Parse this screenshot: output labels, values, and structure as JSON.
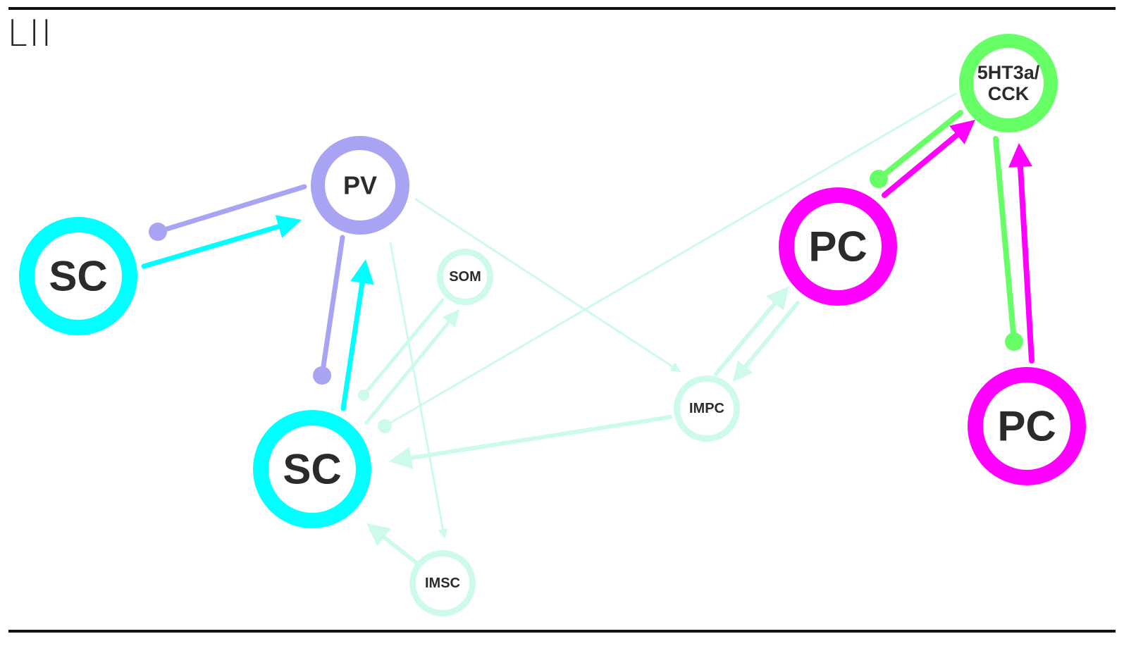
{
  "layer_label": "LII",
  "colors": {
    "sc": "#00ffff",
    "pv": "#a9a3f3",
    "pc": "#ff00ff",
    "cck": "#66ff66",
    "faint": "#cdfaec",
    "text": "#2b2b2b",
    "rule": "#111111"
  },
  "nodes": [
    {
      "id": "sc-left",
      "label": "SC",
      "color": "sc"
    },
    {
      "id": "pv",
      "label": "PV",
      "color": "pv"
    },
    {
      "id": "sc-center",
      "label": "SC",
      "color": "sc"
    },
    {
      "id": "som",
      "label": "SOM",
      "color": "faint"
    },
    {
      "id": "imsc",
      "label": "IMSC",
      "color": "faint"
    },
    {
      "id": "impc",
      "label": "IMPC",
      "color": "faint"
    },
    {
      "id": "pc-upper",
      "label": "PC",
      "color": "pc"
    },
    {
      "id": "cck",
      "label": [
        "5HT3a/",
        "CCK"
      ],
      "color": "cck"
    },
    {
      "id": "pc-lower",
      "label": "PC",
      "color": "pc"
    }
  ],
  "edges": [
    {
      "from": "pv",
      "to": "sc-left",
      "type": "inhibitory",
      "color": "pv"
    },
    {
      "from": "sc-left",
      "to": "pv",
      "type": "excitatory",
      "color": "sc"
    },
    {
      "from": "pv",
      "to": "sc-center",
      "type": "inhibitory",
      "color": "pv"
    },
    {
      "from": "sc-center",
      "to": "pv",
      "type": "excitatory",
      "color": "sc"
    },
    {
      "from": "pv",
      "to": "impc",
      "type": "excitatory",
      "color": "faint"
    },
    {
      "from": "pv",
      "to": "imsc",
      "type": "excitatory",
      "color": "faint"
    },
    {
      "from": "som",
      "to": "sc-center",
      "type": "inhibitory",
      "color": "faint"
    },
    {
      "from": "sc-center",
      "to": "som",
      "type": "excitatory",
      "color": "faint"
    },
    {
      "from": "cck",
      "to": "sc-center",
      "type": "inhibitory",
      "color": "faint"
    },
    {
      "from": "impc",
      "to": "sc-center",
      "type": "excitatory",
      "color": "faint"
    },
    {
      "from": "imsc",
      "to": "sc-center",
      "type": "excitatory",
      "color": "faint"
    },
    {
      "from": "impc",
      "to": "pc-upper",
      "type": "excitatory",
      "color": "faint"
    },
    {
      "from": "pc-upper",
      "to": "impc",
      "type": "excitatory",
      "color": "faint"
    },
    {
      "from": "cck",
      "to": "pc-upper",
      "type": "inhibitory",
      "color": "cck"
    },
    {
      "from": "pc-upper",
      "to": "cck",
      "type": "excitatory",
      "color": "pc"
    },
    {
      "from": "cck",
      "to": "pc-lower",
      "type": "inhibitory",
      "color": "cck"
    },
    {
      "from": "pc-lower",
      "to": "cck",
      "type": "excitatory",
      "color": "pc"
    }
  ]
}
